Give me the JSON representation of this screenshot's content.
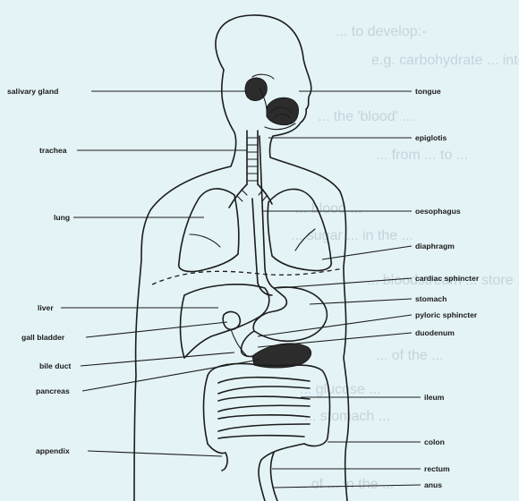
{
  "labels_left": {
    "salivary_gland": "salivary gland",
    "trachea": "trachea",
    "lung": "lung",
    "liver": "liver",
    "gall_bladder": "gall bladder",
    "bile_duct": "bile duct",
    "pancreas": "pancreas",
    "appendix": "appendix"
  },
  "labels_right": {
    "tongue": "tongue",
    "epiglotis": "epiglotis",
    "oesophagus": "oesophagus",
    "diaphragm": "diaphragm",
    "cardiac_sphincter": "cardiac sphincter",
    "stomach": "stomach",
    "pyloric_sphincter": "pyloric sphincter",
    "duodenum": "duodenum",
    "ileum": "ileum",
    "colon": "colon",
    "rectum": "rectum",
    "anus": "anus"
  },
  "background_text": [
    "... to develop:-",
    "e.g. carbohydrate ... into ...",
    "... the 'blood' ...",
    "... from ... to ...",
    "... blood ...",
    "... sugar ... in the ...",
    "... bloodstream ... store ...",
    "... of the ...",
    "... glucose ...",
    "... stomach ...",
    "... of ... in the ..."
  ]
}
